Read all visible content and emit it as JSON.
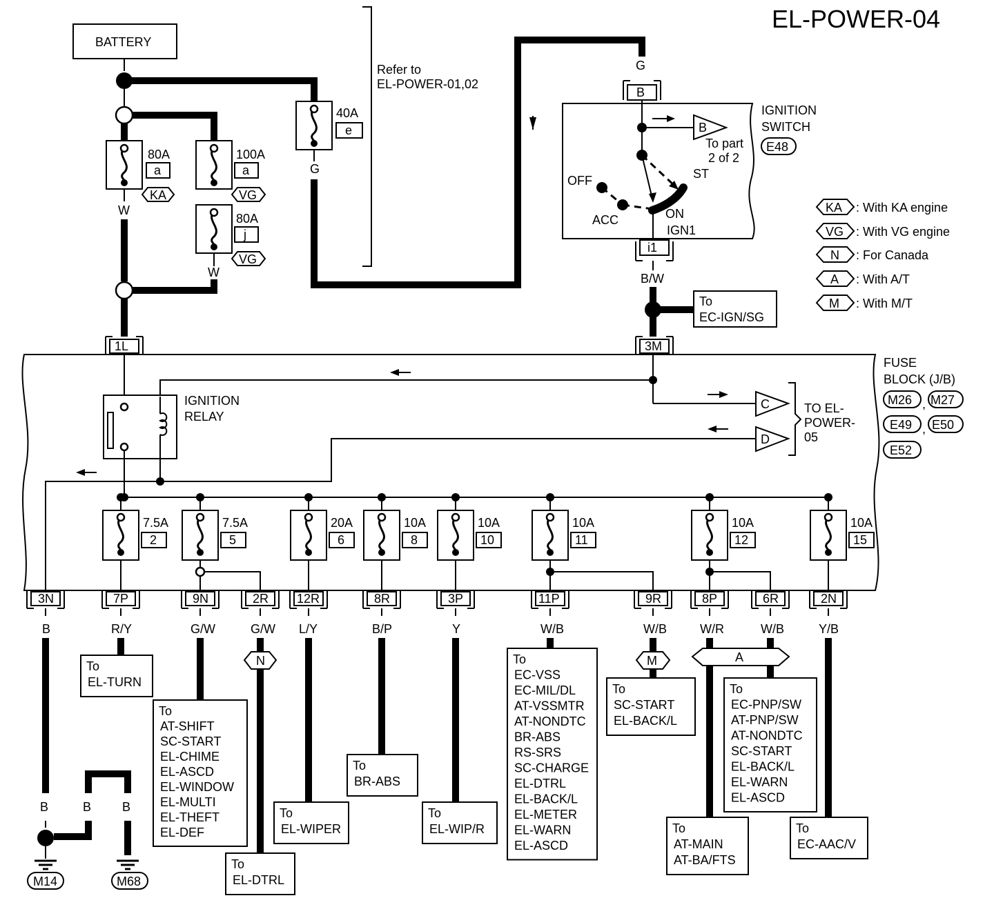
{
  "title": "EL-POWER-04",
  "battery": "BATTERY",
  "refer": [
    "Refer to",
    "EL-POWER-01,02"
  ],
  "fusible_links": [
    {
      "amp": "80A",
      "code": "a",
      "tag": "KA"
    },
    {
      "amp": "100A",
      "code": "a",
      "tag": "VG"
    },
    {
      "amp": "80A",
      "code": "j",
      "tag": "VG"
    },
    {
      "amp": "40A",
      "code": "e"
    }
  ],
  "wire_colors_top": {
    "w1": "W",
    "w2": "W",
    "g1": "G",
    "g2": "G",
    "bw": "B/W"
  },
  "ignition_switch": {
    "title": [
      "IGNITION",
      "SWITCH"
    ],
    "connector": "E48",
    "top_terminal": "B",
    "bottom_terminal": "i1",
    "to_part": [
      "To part",
      "2 of 2"
    ],
    "arrow_label": "B",
    "positions": {
      "off": "OFF",
      "acc": "ACC",
      "on": "ON",
      "ign1": "IGN1",
      "st": "ST"
    }
  },
  "ec_ign": [
    "To",
    "EC-IGN/SG"
  ],
  "legend": [
    {
      "tag": "KA",
      "text": ": With KA engine"
    },
    {
      "tag": "VG",
      "text": ": With VG engine"
    },
    {
      "tag": "N",
      "text": ": For Canada"
    },
    {
      "tag": "A",
      "text": ": With A/T"
    },
    {
      "tag": "M",
      "text": ": With M/T"
    }
  ],
  "fuse_block": {
    "title": [
      "FUSE",
      "BLOCK (J/B)"
    ],
    "connectors": [
      "M26",
      "M27",
      "E49",
      "E50",
      "E52"
    ],
    "in_left": "1L",
    "in_right": "3M",
    "to_label": [
      "TO EL-",
      "POWER-",
      "05"
    ],
    "arrow_c": "C",
    "arrow_d": "D"
  },
  "relay": [
    "IGNITION",
    "RELAY"
  ],
  "fuses": [
    {
      "amp": "7.5A",
      "num": "2"
    },
    {
      "amp": "7.5A",
      "num": "5"
    },
    {
      "amp": "20A",
      "num": "6"
    },
    {
      "amp": "10A",
      "num": "8"
    },
    {
      "amp": "10A",
      "num": "10"
    },
    {
      "amp": "10A",
      "num": "11"
    },
    {
      "amp": "10A",
      "num": "12"
    },
    {
      "amp": "10A",
      "num": "15"
    }
  ],
  "outputs": [
    {
      "conn": "3N",
      "wire": "B"
    },
    {
      "conn": "7P",
      "wire": "R/Y"
    },
    {
      "conn": "9N",
      "wire": "G/W"
    },
    {
      "conn": "2R",
      "wire": "G/W"
    },
    {
      "conn": "12R",
      "wire": "L/Y"
    },
    {
      "conn": "8R",
      "wire": "B/P"
    },
    {
      "conn": "3P",
      "wire": "Y"
    },
    {
      "conn": "11P",
      "wire": "W/B"
    },
    {
      "conn": "9R",
      "wire": "W/B"
    },
    {
      "conn": "8P",
      "wire": "W/R"
    },
    {
      "conn": "6R",
      "wire": "W/B"
    },
    {
      "conn": "2N",
      "wire": "Y/B"
    }
  ],
  "output_tags": {
    "n": "N",
    "m": "M",
    "a": "A"
  },
  "destinations": {
    "turn": [
      "To",
      "EL-TURN"
    ],
    "shift": [
      "To",
      "AT-SHIFT",
      "SC-START",
      "EL-CHIME",
      "EL-ASCD",
      "EL-WINDOW",
      "EL-MULTI",
      "EL-THEFT",
      "EL-DEF"
    ],
    "dtrl": [
      "To",
      "EL-DTRL"
    ],
    "wiper": [
      "To",
      "EL-WIPER"
    ],
    "abs": [
      "To",
      "BR-ABS"
    ],
    "wipr": [
      "To",
      "EL-WIP/R"
    ],
    "vss": [
      "To",
      "EC-VSS",
      "EC-MIL/DL",
      "AT-VSSMTR",
      "AT-NONDTC",
      "BR-ABS",
      "RS-SRS",
      "SC-CHARGE",
      "EL-DTRL",
      "EL-BACK/L",
      "EL-METER",
      "EL-WARN",
      "EL-ASCD"
    ],
    "start": [
      "To",
      "SC-START",
      "EL-BACK/L"
    ],
    "pnp": [
      "To",
      "EC-PNP/SW",
      "AT-PNP/SW",
      "AT-NONDTC",
      "SC-START",
      "EL-BACK/L",
      "EL-WARN",
      "EL-ASCD"
    ],
    "atmain": [
      "To",
      "AT-MAIN",
      "AT-BA/FTS"
    ],
    "aac": [
      "To",
      "EC-AAC/V"
    ]
  },
  "ground": {
    "wires": [
      "B",
      "B",
      "B"
    ],
    "g1": "M14",
    "g2": "M68"
  }
}
